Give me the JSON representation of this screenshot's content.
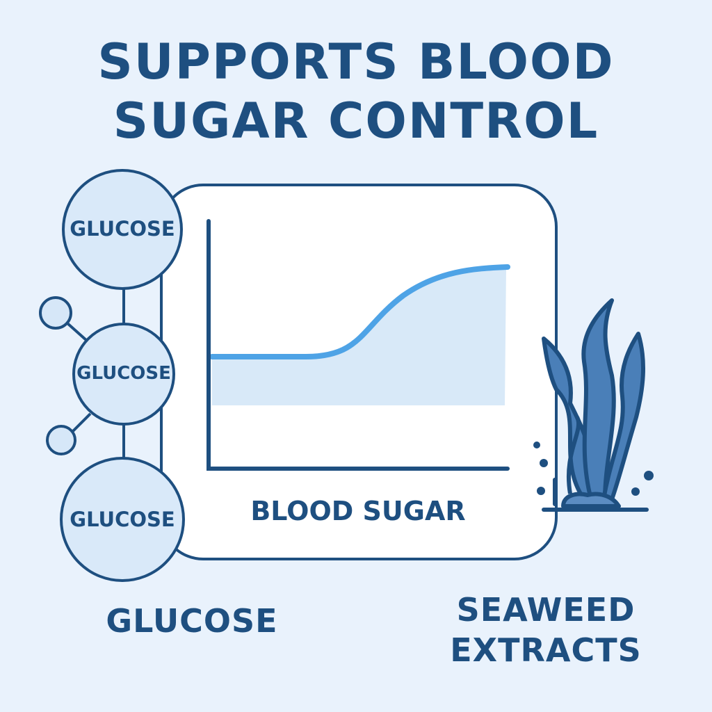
{
  "title": {
    "line1": "SUPPORTS BLOOD",
    "line2": "SUGAR CONTROL"
  },
  "molecules": [
    {
      "label": "GLUCOSE"
    },
    {
      "label": "GLUCOSE"
    },
    {
      "label": "GLUCOSE"
    }
  ],
  "chart_label": "BLOOD SUGAR",
  "glucose_label": "GLUCOSE",
  "seaweed_label": {
    "line1": "SEAWEED",
    "line2": "EXTRACTS"
  },
  "colors": {
    "background": "#e9f2fc",
    "dark_blue": "#1e4f80",
    "curve": "#4ea3e6",
    "curve_fill": "#d8e9f8",
    "seaweed": "#4a7fb8"
  }
}
